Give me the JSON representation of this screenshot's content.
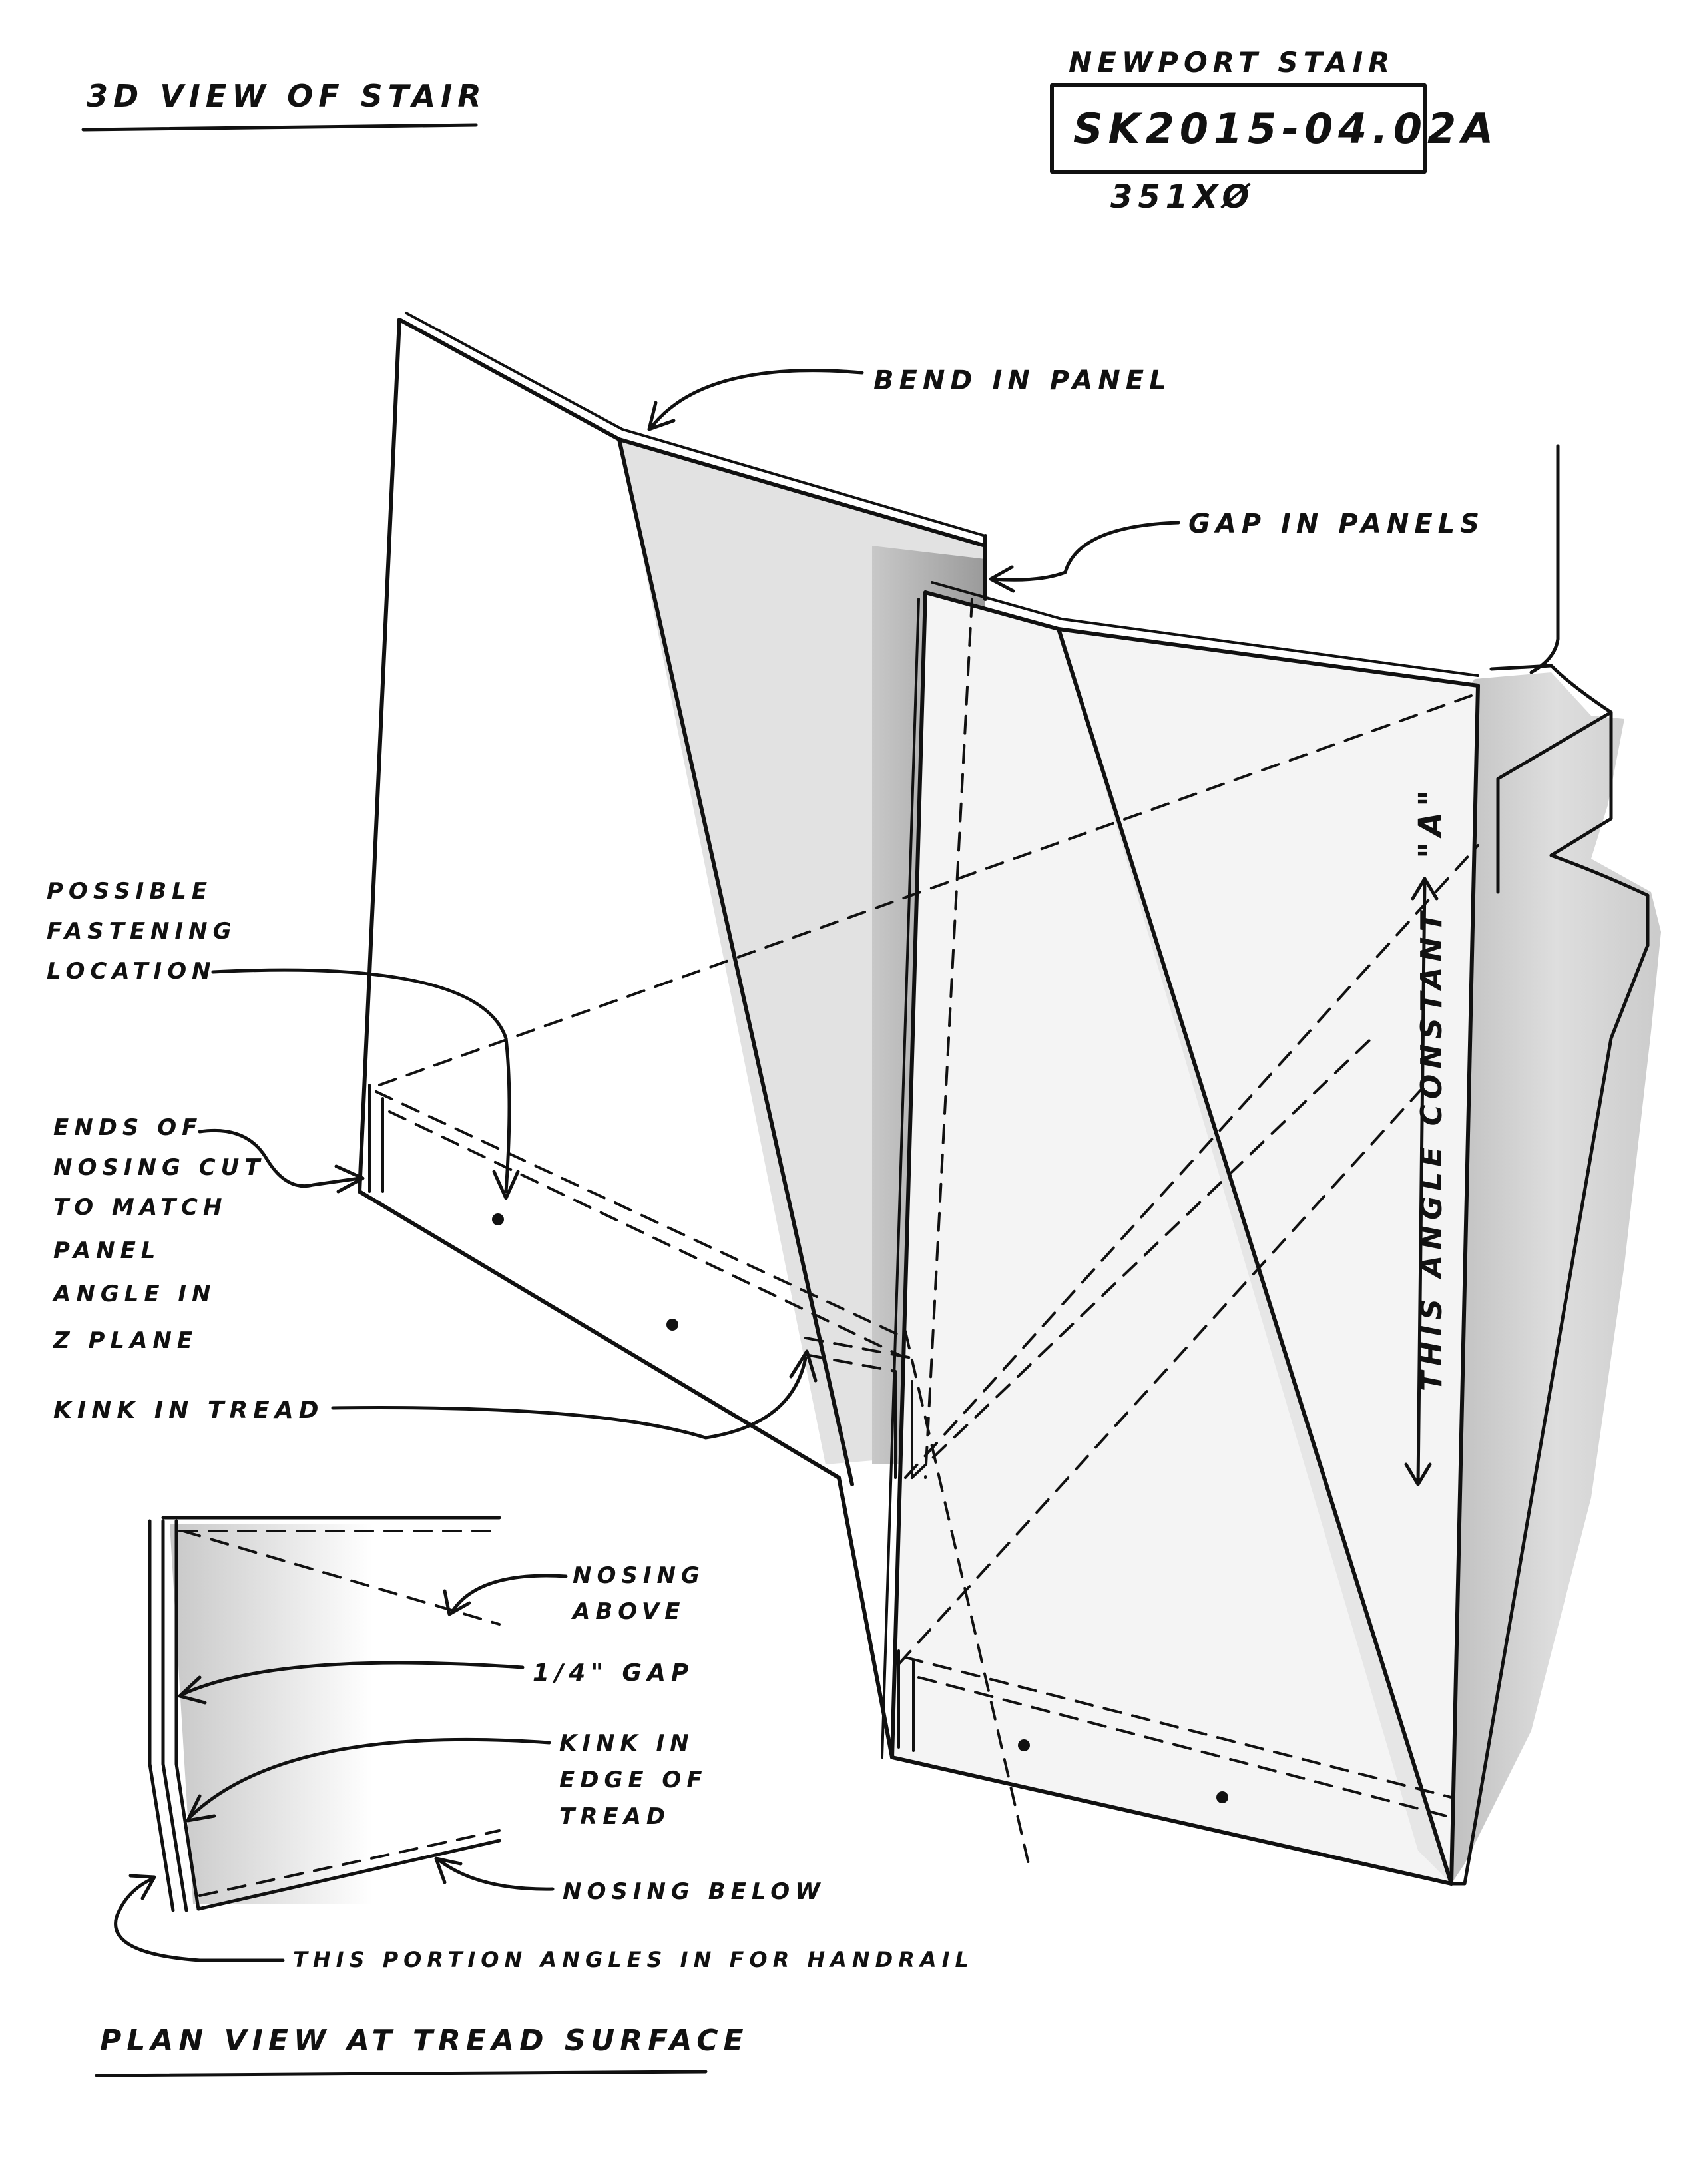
{
  "header": {
    "view_title": "3D VIEW OF STAIR",
    "project_name": "NEWPORT STAIR",
    "sketch_number": "SK2015-04.02A",
    "job_number": "351XØ"
  },
  "callouts": {
    "bend_in_panel": "BEND IN PANEL",
    "gap_in_panels": "GAP IN PANELS",
    "fastening": [
      "POSSIBLE",
      "FASTENING",
      "LOCATION"
    ],
    "nosing_ends": [
      "ENDS OF",
      "NOSING CUT",
      "TO MATCH",
      "PANEL",
      "ANGLE IN",
      "Z PLANE"
    ],
    "kink_in_tread": "KINK IN TREAD",
    "angle_constant": "THIS ANGLE CONSTANT",
    "angle_label": "\"A\""
  },
  "plan_view": {
    "title": "PLAN VIEW AT TREAD SURFACE",
    "nosing_above": [
      "NOSING",
      "ABOVE"
    ],
    "gap": "1/4\" GAP",
    "kink_edge": [
      "KINK IN",
      "EDGE OF",
      "TREAD"
    ],
    "nosing_below": "NOSING BELOW",
    "handrail_note": "THIS PORTION ANGLES IN FOR HANDRAIL"
  },
  "colors": {
    "ink": "#111111",
    "shade_light": "#dcdcdc",
    "shade_dark": "#a8a8a8"
  }
}
